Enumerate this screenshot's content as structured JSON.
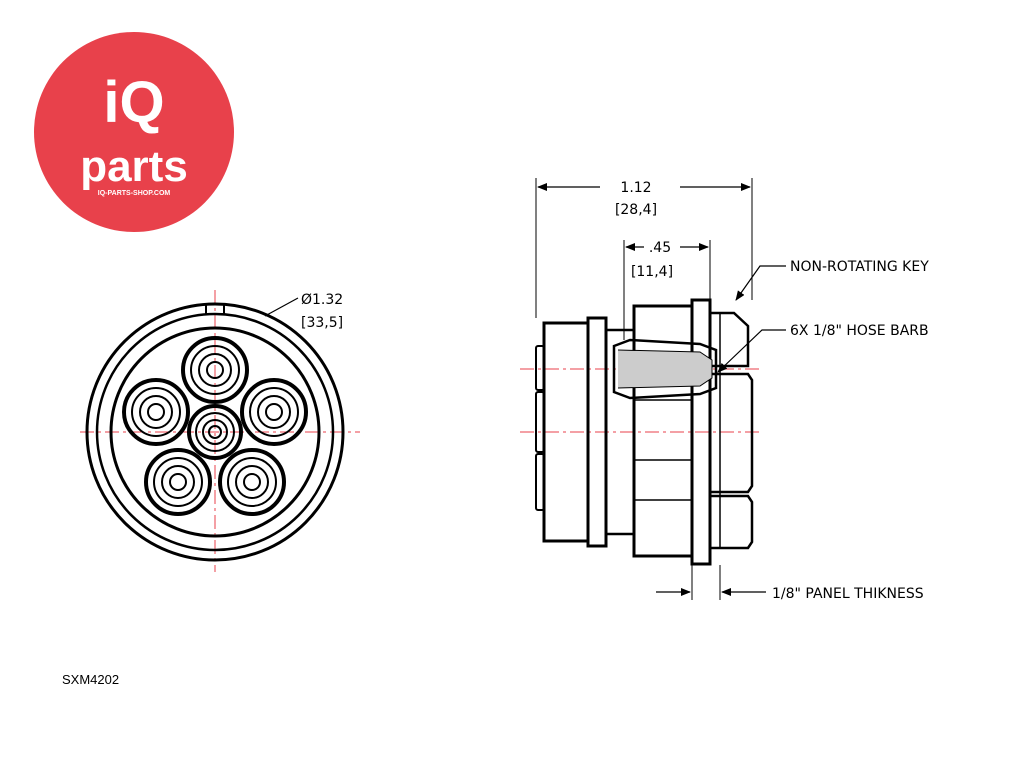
{
  "logo": {
    "line1": "iQ",
    "line2": "parts",
    "tagline": "IQ-PARTS-SHOP.COM",
    "color": "#e8414b"
  },
  "front_view": {
    "diameter_in": "Ø1.32",
    "diameter_mm": "[33,5]"
  },
  "side_view": {
    "length_in": "1.12",
    "length_mm": "[28,4]",
    "barb_in": ".45",
    "barb_mm": "[11,4]",
    "key_label": "NON-ROTATING KEY",
    "barb_label": "6X 1/8\" HOSE BARB",
    "panel_label": "1/8\" PANEL THIKNESS"
  },
  "part_number": "SXM4202",
  "colors": {
    "line": "#000000",
    "centerline": "#e8414b"
  }
}
